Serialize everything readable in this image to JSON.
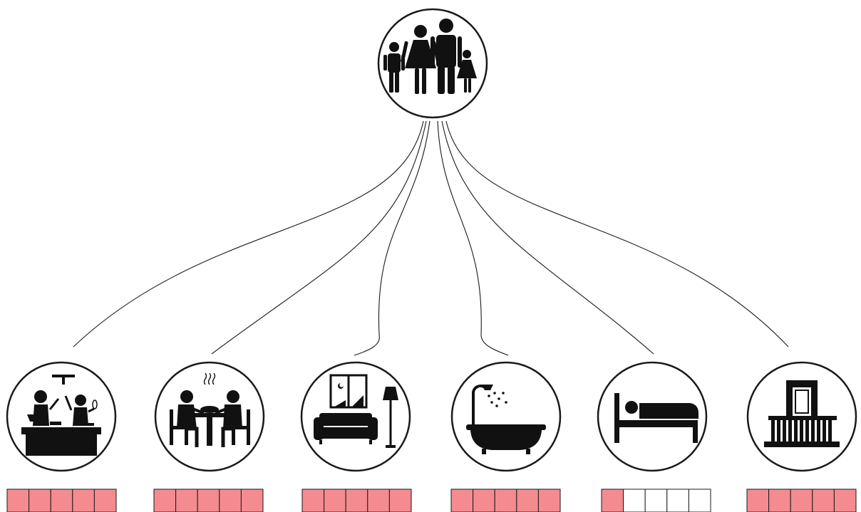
{
  "hub": {
    "icon": "family-icon"
  },
  "rooms": [
    {
      "id": "kitchen",
      "icon": "kitchen-cooking-icon",
      "filled": 5,
      "total": 5
    },
    {
      "id": "dining",
      "icon": "dining-table-icon",
      "filled": 5,
      "total": 5
    },
    {
      "id": "living-room",
      "icon": "sofa-lamp-icon",
      "filled": 5,
      "total": 5
    },
    {
      "id": "bathroom",
      "icon": "bathtub-shower-icon",
      "filled": 5,
      "total": 5
    },
    {
      "id": "bedroom",
      "icon": "bed-sleeping-icon",
      "filled": 1,
      "total": 5
    },
    {
      "id": "balcony",
      "icon": "balcony-icon",
      "filled": 5,
      "total": 5
    }
  ],
  "colors": {
    "stroke": "#1a1a1a",
    "filled_cell": "#f48b91",
    "empty_cell": "#ffffff",
    "cell_border": "#1a1a1a"
  }
}
